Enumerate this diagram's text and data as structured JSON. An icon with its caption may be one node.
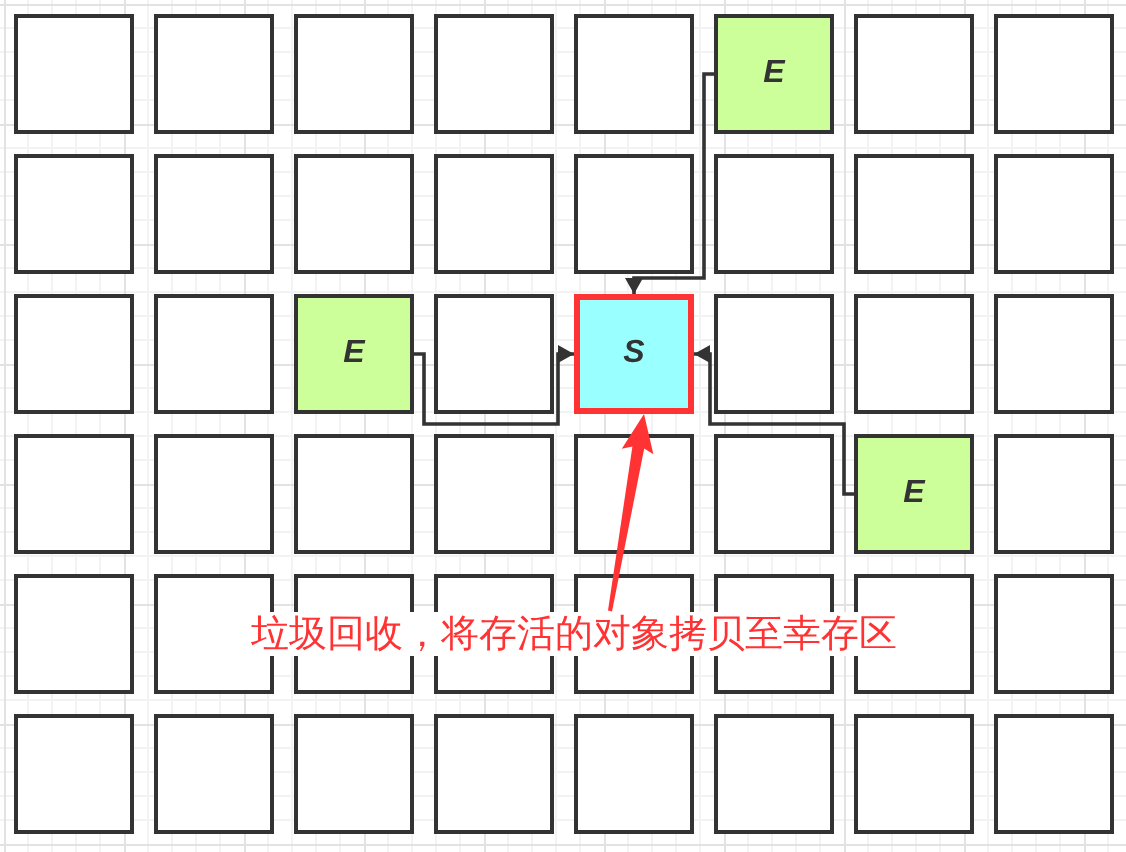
{
  "diagram": {
    "nodes": [
      {
        "text": [],
        "shape": "box"
      },
      {
        "text": [],
        "shape": "box"
      },
      {
        "text": [],
        "shape": "box"
      },
      {
        "text": [],
        "shape": "box"
      },
      {
        "text": [],
        "shape": "box"
      },
      {
        "text": [
          "E"
        ]
      },
      {
        "text": [],
        "shape": "box"
      },
      {
        "text": [],
        "shape": "box"
      },
      {
        "text": [],
        "shape": "box"
      },
      {
        "text": [],
        "shape": "box"
      },
      {
        "text": [],
        "shape": "box"
      },
      {
        "text": [],
        "shape": "box"
      },
      {
        "text": [],
        "shape": "box"
      },
      {
        "text": [],
        "shape": "box"
      },
      {
        "text": [],
        "shape": "box"
      },
      {
        "text": [],
        "shape": "box"
      },
      {
        "text": [],
        "shape": "box"
      },
      {
        "text": [],
        "shape": "box"
      },
      {
        "text": [
          "E"
        ]
      },
      {
        "text": [],
        "shape": "box"
      },
      {
        "text": [
          "S"
        ]
      },
      {
        "text": [],
        "shape": "box"
      },
      {
        "text": [],
        "shape": "box"
      },
      {
        "text": [],
        "shape": "box"
      },
      {
        "text": [],
        "shape": "box"
      },
      {
        "text": [],
        "shape": "box"
      },
      {
        "text": [],
        "shape": "box"
      },
      {
        "text": [],
        "shape": "box"
      },
      {
        "text": [],
        "shape": "box"
      },
      {
        "text": [],
        "shape": "box"
      },
      {
        "text": [
          "E"
        ]
      },
      {
        "text": [],
        "shape": "box"
      },
      {
        "text": [],
        "shape": "box"
      },
      {
        "text": [],
        "shape": "box"
      },
      {
        "text": [],
        "shape": "box"
      },
      {
        "text": [],
        "shape": "box"
      },
      {
        "text": [],
        "shape": "box"
      },
      {
        "text": [],
        "shape": "box"
      },
      {
        "text": [],
        "shape": "box"
      },
      {
        "text": [],
        "shape": "box"
      },
      {
        "text": [
          "垃圾回收，将存活的对象拷贝至幸存区"
        ]
      },
      {
        "text": [],
        "shape": "box"
      },
      {
        "text": [],
        "shape": "box"
      },
      {
        "text": [],
        "shape": "box"
      },
      {
        "text": [],
        "shape": "box"
      },
      {
        "text": [],
        "shape": "box"
      },
      {
        "text": [],
        "shape": "box"
      },
      {
        "text": [],
        "shape": "box"
      },
      {
        "text": [],
        "shape": "box"
      }
    ],
    "edges": [
      {
        "from": 5,
        "to": 20,
        "arrow": "to"
      },
      {
        "from": 18,
        "to": 20,
        "arrow": "to"
      },
      {
        "from": 30,
        "to": 20,
        "arrow": "to"
      },
      {
        "from": 40,
        "to": 20,
        "arrow": "to",
        "style": "thick",
        "color": "#ff3333"
      }
    ]
  }
}
